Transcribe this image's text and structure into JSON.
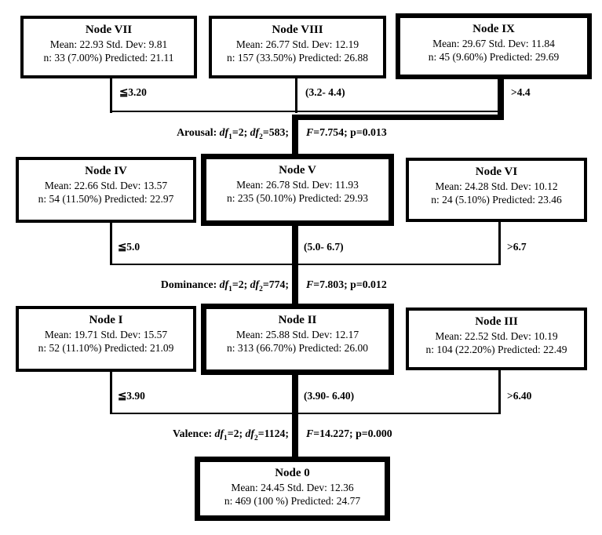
{
  "canvas": {
    "background": "#ffffff",
    "line_color": "#000000"
  },
  "nodes": {
    "n7": {
      "title": "Node VII",
      "stats": "Mean: 22.93 Std. Dev: 9.81",
      "counts": "n: 33 (7.00%) Predicted: 21.11"
    },
    "n8": {
      "title": "Node VIII",
      "stats": "Mean: 26.77 Std. Dev: 12.19",
      "counts": "n: 157 (33.50%) Predicted: 26.88"
    },
    "n9": {
      "title": "Node IX",
      "stats": "Mean: 29.67 Std. Dev: 11.84",
      "counts": "n: 45 (9.60%) Predicted: 29.69"
    },
    "n4": {
      "title": "Node IV",
      "stats": "Mean: 22.66 Std. Dev: 13.57",
      "counts": "n: 54 (11.50%) Predicted: 22.97"
    },
    "n5": {
      "title": "Node V",
      "stats": "Mean: 26.78 Std. Dev: 11.93",
      "counts": "n: 235 (50.10%) Predicted: 29.93"
    },
    "n6": {
      "title": "Node VI",
      "stats": "Mean: 24.28 Std. Dev: 10.12",
      "counts": "n: 24 (5.10%) Predicted: 23.46"
    },
    "n1": {
      "title": "Node I",
      "stats": "Mean: 19.71 Std. Dev: 15.57",
      "counts": "n: 52 (11.10%) Predicted: 21.09"
    },
    "n2": {
      "title": "Node II",
      "stats": "Mean: 25.88 Std. Dev: 12.17",
      "counts": "n: 313 (66.70%) Predicted: 26.00"
    },
    "n3": {
      "title": "Node III",
      "stats": "Mean: 22.52 Std. Dev: 10.19",
      "counts": "n: 104 (22.20%) Predicted: 22.49"
    },
    "n0": {
      "title": "Node 0",
      "stats": "Mean: 24.45 Std. Dev: 12.36",
      "counts": "n: 469 (100 %) Predicted: 24.77"
    }
  },
  "splits": {
    "arousal": {
      "variable": "Arousal:",
      "df_label": "df",
      "df1_sub": "1",
      "df1_eq": "=2;",
      "df2_sub": "2",
      "df2_eq": "=583;",
      "f_label": "F",
      "f_eq": "=7.754;",
      "p_text": "p=0.013",
      "left_label": "≦3.20",
      "mid_label": "(3.2- 4.4)",
      "right_label": ">4.4"
    },
    "dominance": {
      "variable": "Dominance:",
      "df_label": "df",
      "df1_sub": "1",
      "df1_eq": "=2;",
      "df2_sub": "2",
      "df2_eq": "=774;",
      "f_label": "F",
      "f_eq": "=7.803;",
      "p_text": "p=0.012",
      "left_label": "≦5.0",
      "mid_label": "(5.0- 6.7)",
      "right_label": ">6.7"
    },
    "valence": {
      "variable": "Valence:",
      "df_label": "df",
      "df1_sub": "1",
      "df1_eq": "=2;",
      "df2_sub": "2",
      "df2_eq": "=1124;",
      "f_label": "F",
      "f_eq": "=14.227;",
      "p_text": "p=0.000",
      "left_label": "≦3.90",
      "mid_label": "(3.90- 6.40)",
      "right_label": ">6.40"
    }
  }
}
